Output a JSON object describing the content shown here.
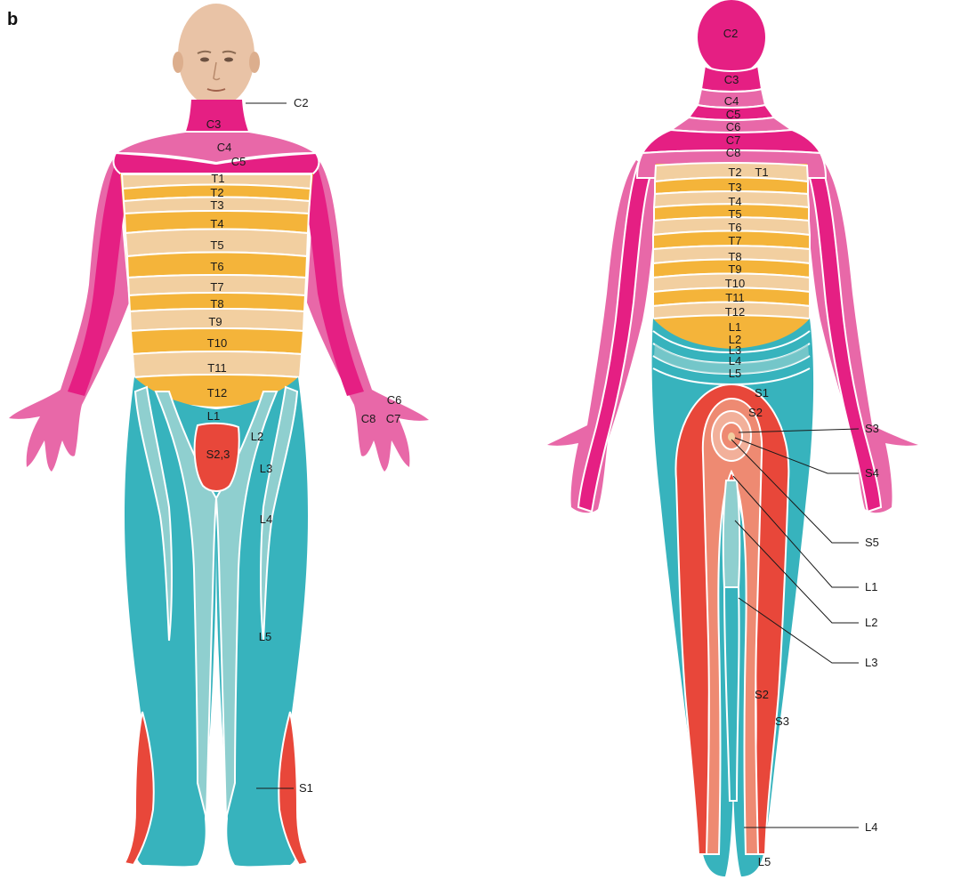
{
  "panel_label": "b",
  "colors": {
    "magenta": "#e51f83",
    "pink": "#e868a8",
    "peach": "#f2cfa0",
    "orange": "#f4b43a",
    "teal": "#37b3bd",
    "light_teal": "#8fcfcf",
    "red": "#e8473a",
    "salmon": "#ee8a72",
    "skin": "#e9c3a6"
  },
  "front": {
    "labels": {
      "C2": "C2",
      "C3": "C3",
      "C4": "C4",
      "C5": "C5",
      "C6": "C6",
      "C7": "C7",
      "C8": "C8",
      "T1": "T1",
      "T2": "T2",
      "T3": "T3",
      "T4": "T4",
      "T5": "T5",
      "T6": "T6",
      "T7": "T7",
      "T8": "T8",
      "T9": "T9",
      "T10": "T10",
      "T11": "T11",
      "T12": "T12",
      "L1": "L1",
      "L2": "L2",
      "L3": "L3",
      "L4": "L4",
      "L5": "L5",
      "S23": "S2,3",
      "S1": "S1"
    }
  },
  "back": {
    "labels": {
      "C2": "C2",
      "C3": "C3",
      "C4": "C4",
      "C5": "C5",
      "C6": "C6",
      "C7": "C7",
      "C8": "C8",
      "T1": "T1",
      "T2": "T2",
      "T3": "T3",
      "T4": "T4",
      "T5": "T5",
      "T6": "T6",
      "T7": "T7",
      "T8": "T8",
      "T9": "T9",
      "T10": "T10",
      "T11": "T11",
      "T12": "T12",
      "L1": "L1",
      "L2": "L2",
      "L3": "L3",
      "L4": "L4",
      "L5": "L5",
      "S1": "S1",
      "S2": "S2",
      "S3": "S3",
      "S2leg": "S2",
      "S3leg": "S3",
      "L5foot": "L5"
    },
    "callouts": {
      "S3": "S3",
      "S4": "S4",
      "S5": "S5",
      "L1": "L1",
      "L2": "L2",
      "L3": "L3",
      "L4": "L4"
    }
  }
}
